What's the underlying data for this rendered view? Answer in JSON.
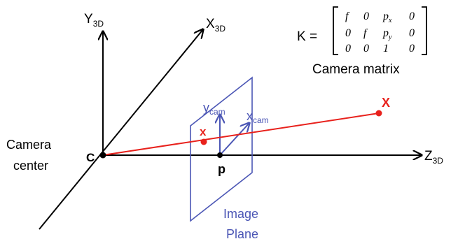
{
  "axes": {
    "y3d": {
      "main": "Y",
      "sub": "3D"
    },
    "x3d": {
      "main": "X",
      "sub": "3D"
    },
    "z3d": {
      "main": "Z",
      "sub": "3D"
    },
    "ycam": {
      "main": "y",
      "sub": "cam"
    },
    "xcam": {
      "main": "x",
      "sub": "cam"
    }
  },
  "points": {
    "camera_center_letter": "C",
    "world_point": "X",
    "image_point": "x",
    "principal_point": "p"
  },
  "labels": {
    "camera_center_line1": "Camera",
    "camera_center_line2": "center",
    "image_plane_line1": "Image",
    "image_plane_line2": "Plane",
    "camera_matrix_caption": "Camera matrix"
  },
  "matrix": {
    "lhs": "K =",
    "rows": [
      [
        "f",
        "0",
        "p",
        "0"
      ],
      [
        "0",
        "f",
        "p",
        "0"
      ],
      [
        "0",
        "0",
        "1",
        "0"
      ]
    ],
    "px_sub": "x",
    "py_sub": "y"
  },
  "colors": {
    "axis": "#000000",
    "ray": "#e8211c",
    "plane": "#4b56b5"
  }
}
